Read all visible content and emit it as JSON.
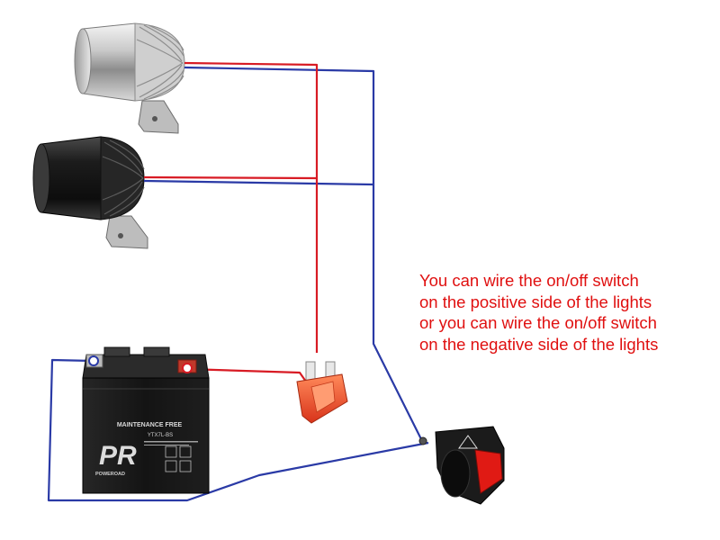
{
  "note": {
    "lines": [
      "You can wire the on/off switch",
      "on the positive side of the lights",
      "or you can wire the on/off switch",
      "on the negative side of the lights"
    ],
    "color": "#e01010"
  },
  "battery": {
    "label_top": "MAINTENANCE FREE",
    "model": "YTX7L-BS",
    "brand_mark": "PR",
    "brand": "POWEROAD"
  },
  "wires": {
    "positive_color": "#d81b24",
    "negative_color": "#2a3aa6"
  },
  "icons": {
    "light_top": "led-spotlight-chrome",
    "light_bottom": "led-spotlight-black",
    "fuse": "blade-fuse-icon",
    "switch": "handlebar-switch-icon"
  }
}
